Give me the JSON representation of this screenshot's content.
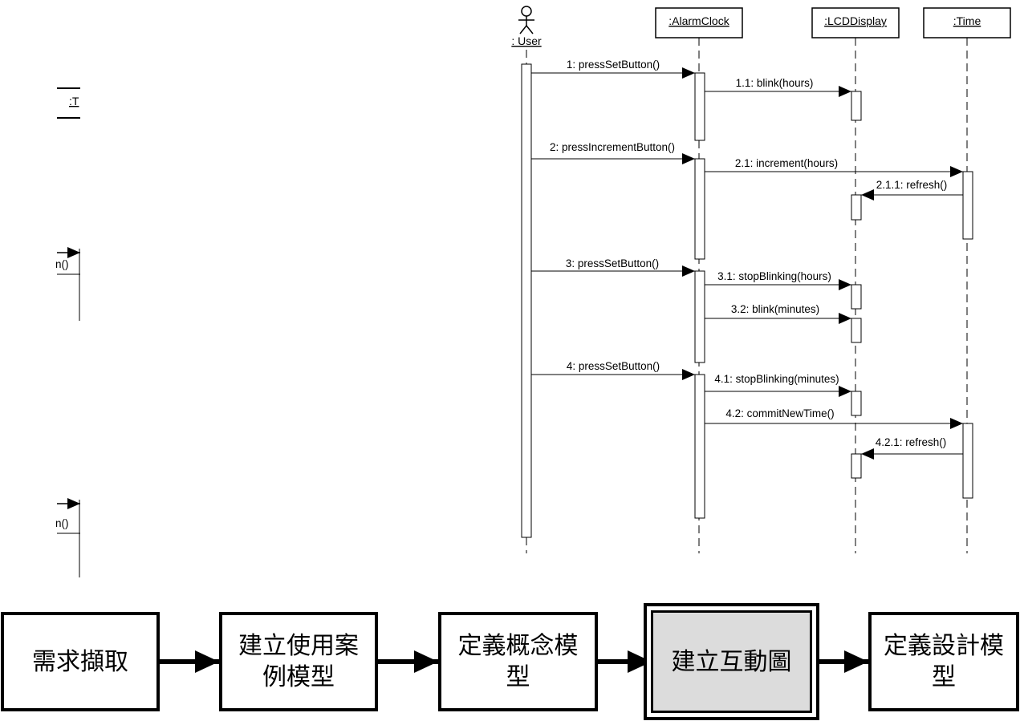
{
  "lifelines": {
    "user": ": User",
    "alarmclock": ":AlarmClock",
    "lcd": ":LCDDisplay",
    "time": ":Time"
  },
  "messages": [
    {
      "id": "m1",
      "label": "1: pressSetButton()"
    },
    {
      "id": "m11",
      "label": "1.1: blink(hours)"
    },
    {
      "id": "m2",
      "label": "2: pressIncrementButton()"
    },
    {
      "id": "m21",
      "label": "2.1: increment(hours)"
    },
    {
      "id": "m211",
      "label": "2.1.1: refresh()"
    },
    {
      "id": "m3",
      "label": "3: pressSetButton()"
    },
    {
      "id": "m31",
      "label": "3.1: stopBlinking(hours)"
    },
    {
      "id": "m32",
      "label": "3.2: blink(minutes)"
    },
    {
      "id": "m4",
      "label": "4: pressSetButton()"
    },
    {
      "id": "m41",
      "label": "4.1: stopBlinking(minutes)"
    },
    {
      "id": "m42",
      "label": "4.2: commitNewTime()"
    },
    {
      "id": "m421",
      "label": "4.2.1: refresh()"
    }
  ],
  "left_fragment": {
    "obj_label": ":T",
    "msg_a": "n()",
    "msg_b": "n()"
  },
  "process": [
    {
      "id": "p1",
      "label_line1": "需求擷取",
      "label_line2": ""
    },
    {
      "id": "p2",
      "label_line1": "建立使用案",
      "label_line2": "例模型"
    },
    {
      "id": "p3",
      "label_line1": "定義概念模",
      "label_line2": "型"
    },
    {
      "id": "p4",
      "label_line1": "建立互動圖",
      "label_line2": "",
      "highlighted": true
    },
    {
      "id": "p5",
      "label_line1": "定義設計模",
      "label_line2": "型"
    }
  ],
  "colors": {
    "highlight_fill": "#dcdcdc",
    "line": "#000000"
  }
}
